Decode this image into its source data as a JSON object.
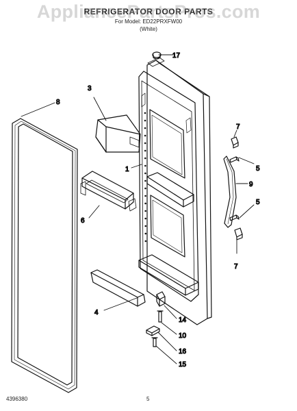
{
  "header": {
    "title": "REFRIGERATOR DOOR PARTS",
    "model": "For Model: ED22PRXFW00",
    "color": "(White)"
  },
  "watermark": "AppliancePartsPros.com",
  "callouts": {
    "c1": "1",
    "c3": "3",
    "c4": "4",
    "c5a": "5",
    "c5b": "5",
    "c6": "6",
    "c7a": "7",
    "c7b": "7",
    "c8": "8",
    "c9": "9",
    "c10": "10",
    "c14": "14",
    "c15": "15",
    "c16": "16",
    "c17": "17"
  },
  "footer": {
    "doc_number": "4396380",
    "page": "5"
  }
}
